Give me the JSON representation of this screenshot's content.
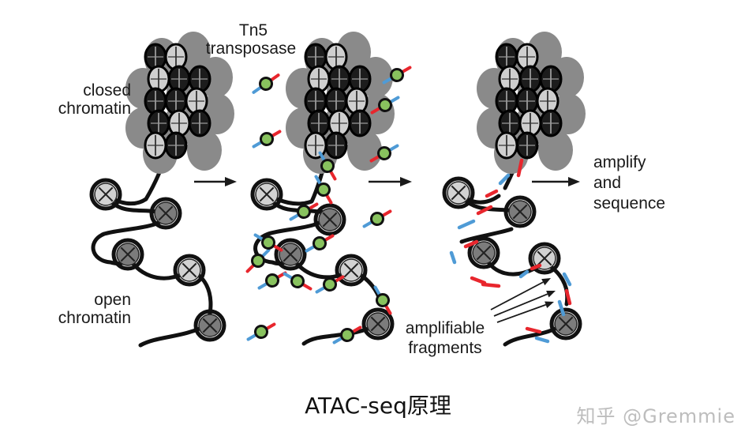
{
  "labels": {
    "tn5_line1": "Tn5",
    "tn5_line2": "transposase",
    "closed_line1": "closed",
    "closed_line2": "chromatin",
    "open_line1": "open",
    "open_line2": "chromatin",
    "amplify_line1": "amplify",
    "amplify_line2": "and",
    "amplify_line3": "sequence",
    "fragments_line1": "amplifiable",
    "fragments_line2": "fragments"
  },
  "caption": "ATAC-seq原理",
  "watermark": "知乎 @Gremmie",
  "colors": {
    "dna": "#111111",
    "nucleosome_light": "#d2d2d2",
    "nucleosome_dark": "#7c7c7c",
    "tn5_green": "#88c25e",
    "adapter_red": "#e8262d",
    "adapter_blue": "#4f9bd6",
    "arrow": "#1a1a1a"
  }
}
